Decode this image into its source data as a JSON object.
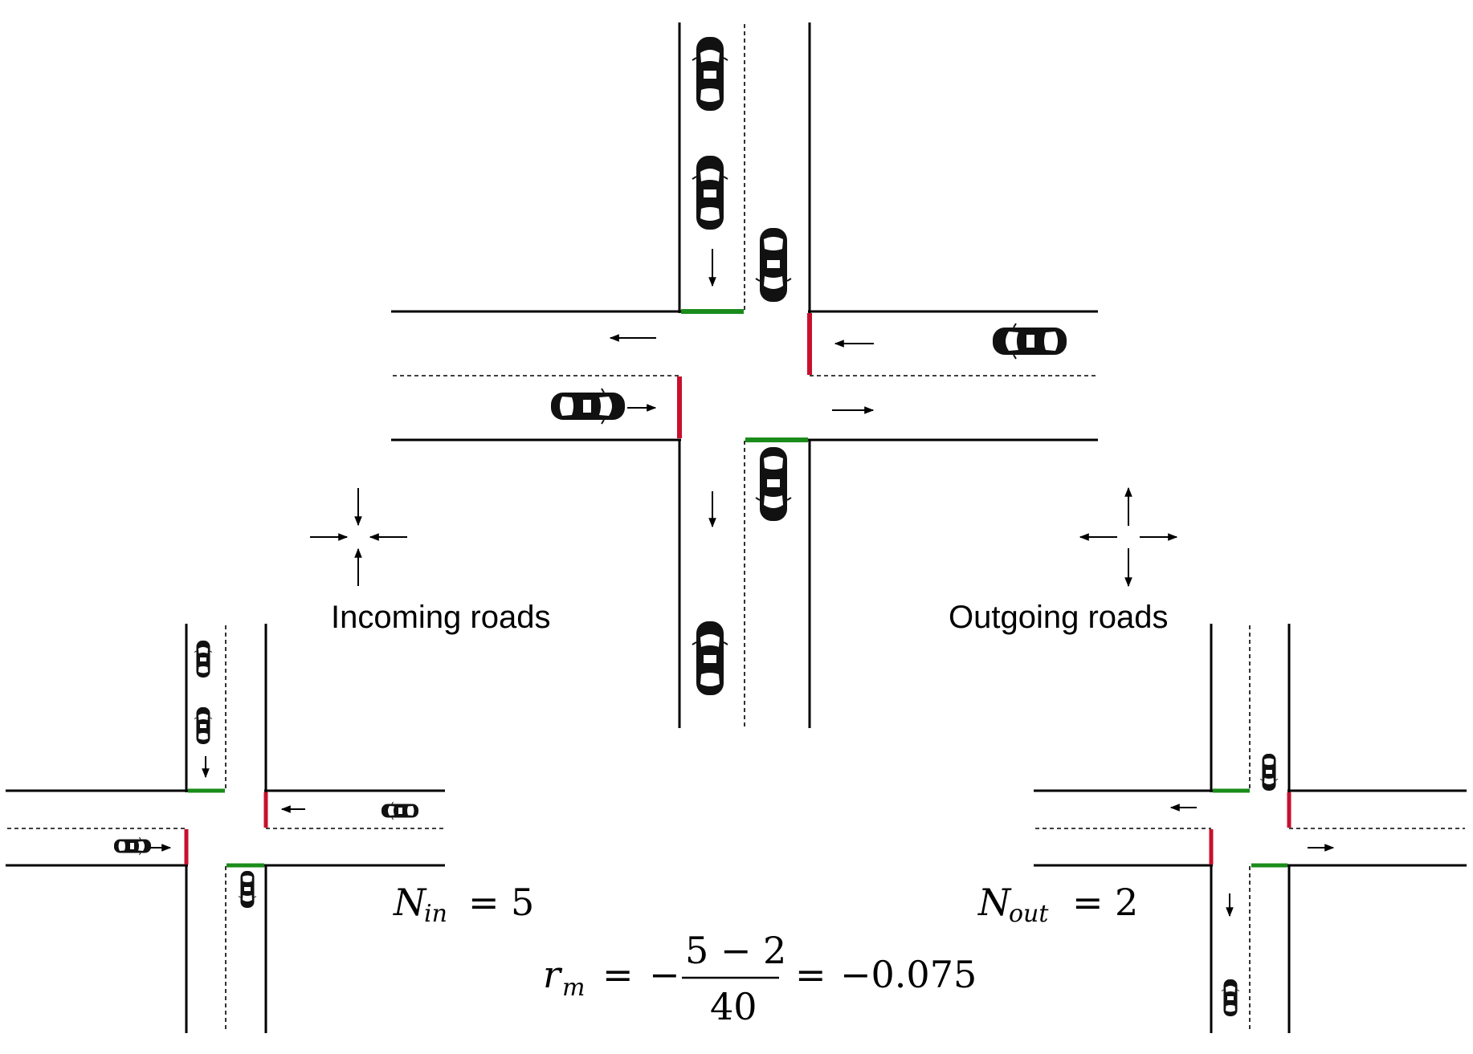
{
  "labels": {
    "incoming": "Incoming roads",
    "outgoing": "Outgoing roads"
  },
  "equations": {
    "n_in": {
      "symbol": "N",
      "sub": "in",
      "rel": "=",
      "value": "5"
    },
    "n_out": {
      "symbol": "N",
      "sub": "out",
      "rel": "=",
      "value": "2"
    },
    "reward": {
      "symbol": "r",
      "sub": "m",
      "eq1": "=",
      "minus": "−",
      "numerator": "5 − 2",
      "denominator": "40",
      "eq2": "=",
      "result": "−0.075"
    }
  },
  "colors": {
    "green_light": "#1a8c1a",
    "red_light": "#c8102e",
    "road": "#000000"
  },
  "icons": [
    "car-icon",
    "arrow-icon"
  ]
}
